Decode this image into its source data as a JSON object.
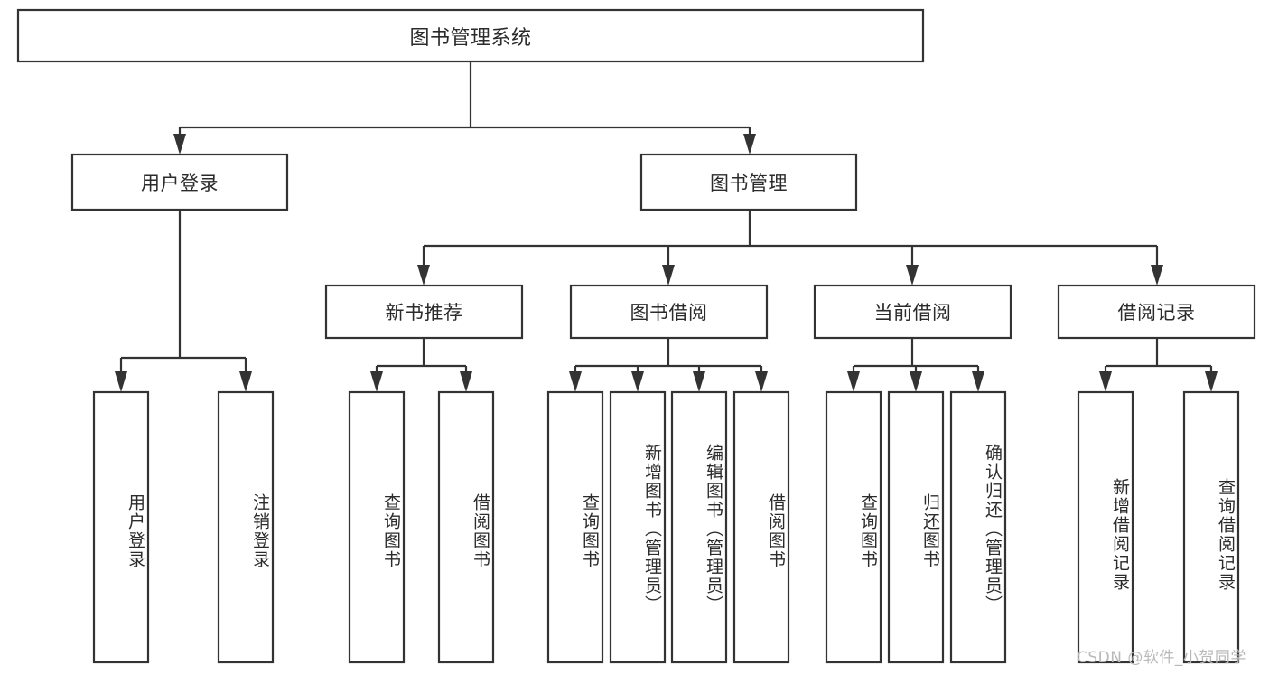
{
  "diagram": {
    "title": "图书管理系统",
    "type": "hierarchy-tree",
    "levels": 4,
    "root": {
      "id": "root",
      "label": "图书管理系统"
    },
    "level2": [
      {
        "id": "user-login",
        "label": "用户登录"
      },
      {
        "id": "book-management",
        "label": "图书管理"
      }
    ],
    "level3": [
      {
        "id": "new-book-recommend",
        "label": "新书推荐",
        "parent": "book-management"
      },
      {
        "id": "book-borrow",
        "label": "图书借阅",
        "parent": "book-management"
      },
      {
        "id": "current-borrow",
        "label": "当前借阅",
        "parent": "book-management"
      },
      {
        "id": "borrow-record",
        "label": "借阅记录",
        "parent": "book-management"
      }
    ],
    "leaves": {
      "user_login": [
        {
          "id": "leaf-user-login",
          "label": "用户登录"
        },
        {
          "id": "leaf-logout-login",
          "label": "注销登录"
        }
      ],
      "new_book_recommend": [
        {
          "id": "leaf-query-book-1",
          "label": "查询图书"
        },
        {
          "id": "leaf-borrow-book-1",
          "label": "借阅图书"
        }
      ],
      "book_borrow": [
        {
          "id": "leaf-query-book-2",
          "label": "查询图书"
        },
        {
          "id": "leaf-add-book",
          "label": "新增图书（管理员）"
        },
        {
          "id": "leaf-edit-book",
          "label": "编辑图书（管理员）"
        },
        {
          "id": "leaf-borrow-book-2",
          "label": "借阅图书"
        }
      ],
      "current_borrow": [
        {
          "id": "leaf-query-book-3",
          "label": "查询图书"
        },
        {
          "id": "leaf-return-book",
          "label": "归还图书"
        },
        {
          "id": "leaf-confirm-return",
          "label": "确认归还（管理员）"
        }
      ],
      "borrow_record": [
        {
          "id": "leaf-add-record",
          "label": "新增借阅记录"
        },
        {
          "id": "leaf-query-record",
          "label": "查询借阅记录"
        }
      ]
    }
  },
  "watermark": {
    "text": "CSDN @软件_小贺同学"
  },
  "colors": {
    "stroke": "#333333",
    "fill": "#ffffff",
    "text": "#2b2b2b",
    "watermark": "#b9b9b9",
    "background": "#ffffff"
  }
}
